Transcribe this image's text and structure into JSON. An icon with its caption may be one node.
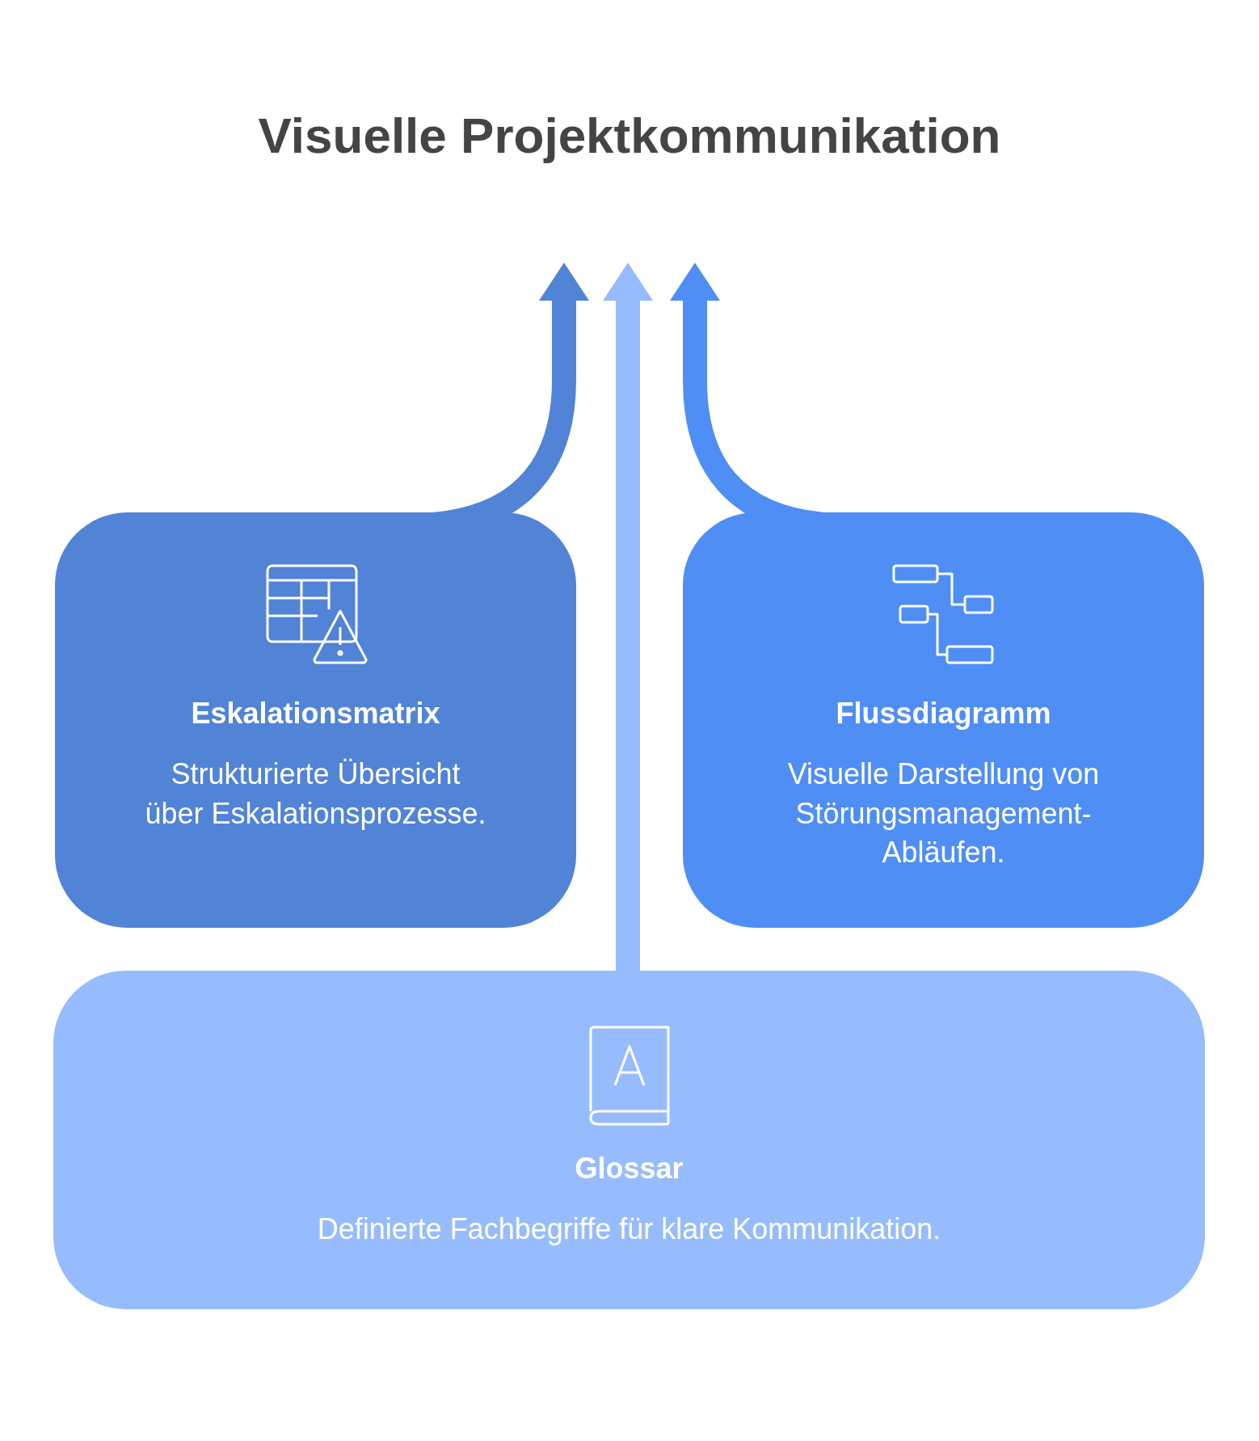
{
  "diagram": {
    "title": "Visuelle Projektkommunikation",
    "nodes": [
      {
        "text": [
          "Eskalationsmatrix",
          "Strukturierte Übersicht über Eskalationsprozesse."
        ]
      },
      {
        "text": [
          "Flussdiagramm",
          "Visuelle Darstellung von Störungsmanagement-Abläufen."
        ]
      },
      {
        "text": [
          "Glossar",
          "Definierte Fachbegriffe für klare Kommunikation."
        ]
      }
    ],
    "edges": [
      {
        "from": 0,
        "to": null,
        "arrow": "to",
        "color": "#5183d6"
      },
      {
        "from": 2,
        "to": null,
        "arrow": "to",
        "color": "#97bcfd"
      },
      {
        "from": 1,
        "to": null,
        "arrow": "to",
        "color": "#4f8ef5"
      }
    ]
  }
}
